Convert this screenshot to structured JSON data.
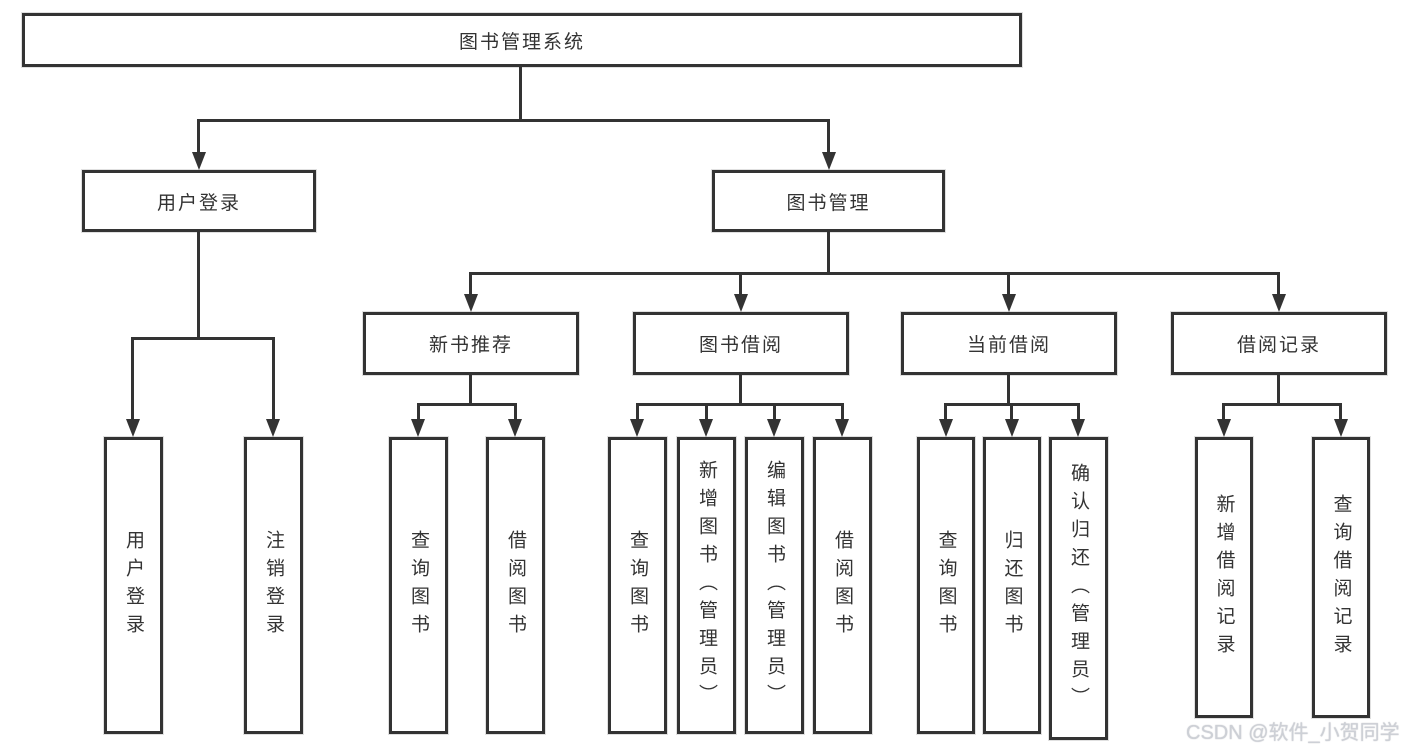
{
  "tree": {
    "root": {
      "label": "图书管理系统"
    },
    "branches": [
      {
        "label": "用户登录",
        "children": [
          {
            "label": "用户登录"
          },
          {
            "label": "注销登录"
          }
        ]
      },
      {
        "label": "图书管理",
        "children": [
          {
            "label": "新书推荐",
            "children": [
              {
                "label": "查询图书"
              },
              {
                "label": "借阅图书"
              }
            ]
          },
          {
            "label": "图书借阅",
            "children": [
              {
                "label": "查询图书"
              },
              {
                "label": "新增图书（管理员）"
              },
              {
                "label": "编辑图书（管理员）"
              },
              {
                "label": "借阅图书"
              }
            ]
          },
          {
            "label": "当前借阅",
            "children": [
              {
                "label": "查询图书"
              },
              {
                "label": "归还图书"
              },
              {
                "label": "确认归还（管理员）"
              }
            ]
          },
          {
            "label": "借阅记录",
            "children": [
              {
                "label": "新增借阅记录"
              },
              {
                "label": "查询借阅记录"
              }
            ]
          }
        ]
      }
    ]
  },
  "watermark": {
    "text": "CSDN @软件_小贺同学"
  },
  "colors": {
    "line": "#333333",
    "text": "#333333",
    "background": "#ffffff",
    "watermark": "#cdd0d6"
  }
}
